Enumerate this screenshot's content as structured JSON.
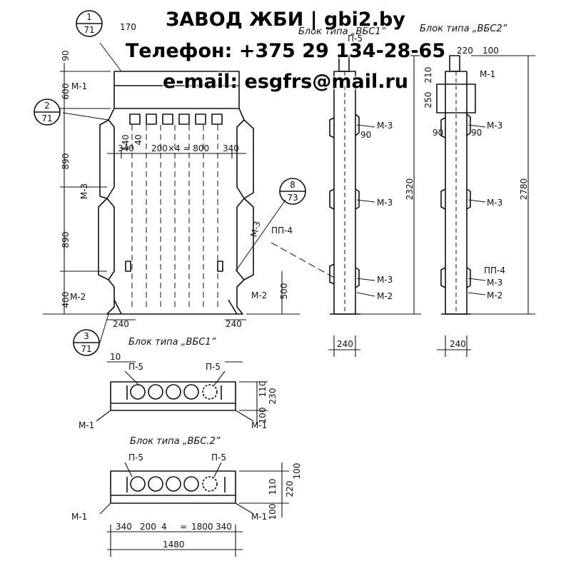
{
  "header": {
    "title": "ЗАВОД ЖБИ | gbi2.by",
    "phone": "Телефон: +375 29 134-28-65",
    "email": "e-mail: esgfrs@mail.ru"
  },
  "titles": {
    "vbs1_elev": "Блок типа „ВБС1”",
    "vbs2_elev": "Блок типа „ВБС2”",
    "vbs1_plan": "Блок типа „ВБС1”",
    "vbs2_plan": "Блок типа „ВБС.2”"
  },
  "callouts": {
    "c1_top": "1",
    "c1_bot": "71",
    "c2_top": "2",
    "c2_bot": "71",
    "c3_top": "3",
    "c3_bot": "71",
    "c8_top": "8",
    "c8_bot": "73"
  },
  "marks": {
    "m1": "М-1",
    "m2": "М-2",
    "m3": "М-3",
    "pp4": "ПП-4",
    "p5": "П-5"
  },
  "dims": {
    "d170": "170",
    "d90": "90",
    "d600": "600",
    "d890a": "890",
    "d890b": "890",
    "d400": "400",
    "d500": "500",
    "d140": "140",
    "d40": "40",
    "d340": "340",
    "d200x4": "200×4 = 800",
    "d240": "240",
    "d10": "10",
    "d100": "100",
    "d110": "110",
    "d230": "230",
    "d220": "220",
    "d2320": "2320",
    "d2780": "2780",
    "d250": "250",
    "d210": "210",
    "d200": "200",
    "d4": "4",
    "d1800": "1800",
    "d1480": "1480",
    "eq": "="
  }
}
